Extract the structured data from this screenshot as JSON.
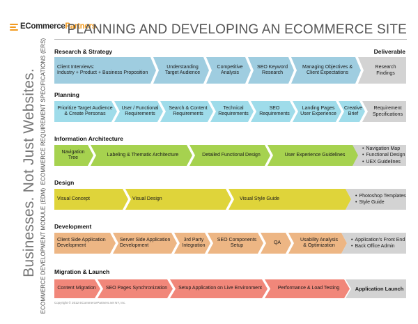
{
  "logo": {
    "part1": "ECommerce",
    "part2": "Partners"
  },
  "title": "PLANNING AND DEVELOPING AN ECOMMERCE SITE",
  "side": {
    "tagline": "Businesses. Not Just Websites.",
    "top_label": "ECOMMERCE REQUIREMENT SPECIFICATIONS (ERS)",
    "bottom_label": "ECOMMERCE DEVELOPMENT MODULE (EDM)"
  },
  "deliverable_heading": "Deliverable",
  "sections": {
    "research": {
      "title": "Research & Strategy",
      "steps": [
        "Client Interviews:\nIndustry + Product + Business Proposition",
        "Understanding\nTarget Audience",
        "Competitive\nAnalysis",
        "SEO Keyword\nResearch",
        "Managing Objectives &\nClient Expectations"
      ],
      "deliverable": "Research\nFindings"
    },
    "planning": {
      "title": "Planning",
      "steps": [
        "Prioritize Target Audience\n& Create Personas",
        "User / Functional\nRequirements",
        "Search & Content\nRequirements",
        "Technical\nRequirements",
        "SEO\nRequirements",
        "Landing Pages\nUser Experience",
        "Creative\nBrief"
      ],
      "deliverable": "Requirement\nSpecifications"
    },
    "ia": {
      "title": "Information Architecture",
      "steps": [
        "Navigation Tree",
        "Labeling & Thematic Architecture",
        "Detailed Functional Design",
        "User Experience Guidelines"
      ],
      "deliverables": [
        "Navigation Map",
        "Functional Design",
        "UEX Guidelines"
      ]
    },
    "design": {
      "title": "Design",
      "steps": [
        "Visual Concept",
        "Visual Design",
        "Visual Style Guide"
      ],
      "deliverables": [
        "Photoshop Templates",
        "Style Guide"
      ]
    },
    "development": {
      "title": "Development",
      "steps": [
        "Client Side Application\nDevelopment",
        "Server Side Application\nDevelopment",
        "3rd Party\nIntegration",
        "SEO Components\nSetup",
        "QA",
        "Usability Analysis\n& Optimization"
      ],
      "deliverables": [
        "Application's Front End",
        "Back Office Admin"
      ]
    },
    "migration": {
      "title": "Migration & Launch",
      "steps": [
        "Content Migration",
        "SEO Pages Synchronization",
        "Setup Application on Live Environment",
        "Performance & Load Testing"
      ],
      "deliverable": "Application Launch"
    }
  },
  "colors": {
    "research": "#9fcde0",
    "planning": "#9fdcea",
    "ia": "#a6d24f",
    "design": "#dfd43a",
    "development": "#edb684",
    "migration": "#f1877a",
    "deliverable": "#d3d3d3",
    "accent": "#f29a1f"
  },
  "copyright": "Copyright © 2012 ECommercePartners.net NY, Inc."
}
